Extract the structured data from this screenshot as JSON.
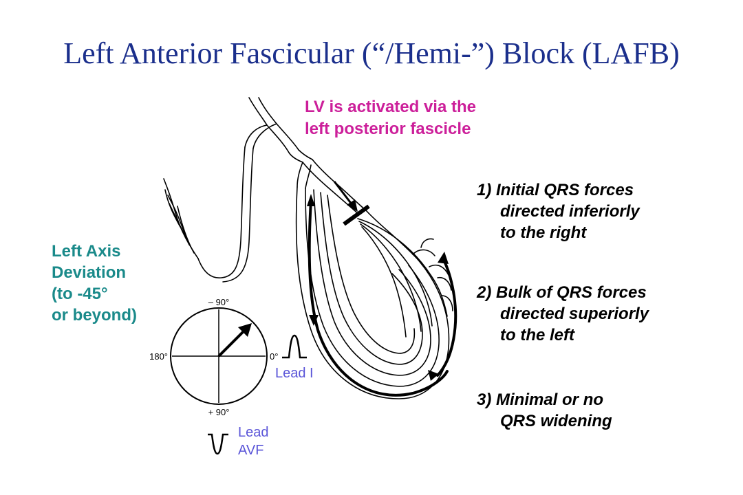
{
  "title": "Left Anterior Fascicular (“/Hemi-”) Block (LAFB)",
  "lv_note": {
    "line1": "LV is activated via the",
    "line2": "left posterior fascicle"
  },
  "axis_note": {
    "line1": "Left Axis",
    "line2": "Deviation",
    "line3": "(to -45°",
    "line4": "or beyond)"
  },
  "points": [
    {
      "line1": "1) Initial QRS forces",
      "line2": "directed inferiorly",
      "line3": "to the right"
    },
    {
      "line1": "2) Bulk of QRS forces",
      "line2": "directed superiorly",
      "line3": "to the left"
    },
    {
      "line1": "3) Minimal or no",
      "line2": "QRS widening"
    }
  ],
  "axis_circle": {
    "top": "– 90°",
    "bottom": "+ 90°",
    "left": "180°",
    "right": "0°"
  },
  "leads": {
    "lead_i": "Lead I",
    "lead_avf_line1": "Lead",
    "lead_avf_line2": "AVF"
  },
  "colors": {
    "title": "#1b2f8c",
    "lv_note": "#cc1f9a",
    "axis_note": "#1a8a8a",
    "lead_labels": "#5a55d8"
  }
}
